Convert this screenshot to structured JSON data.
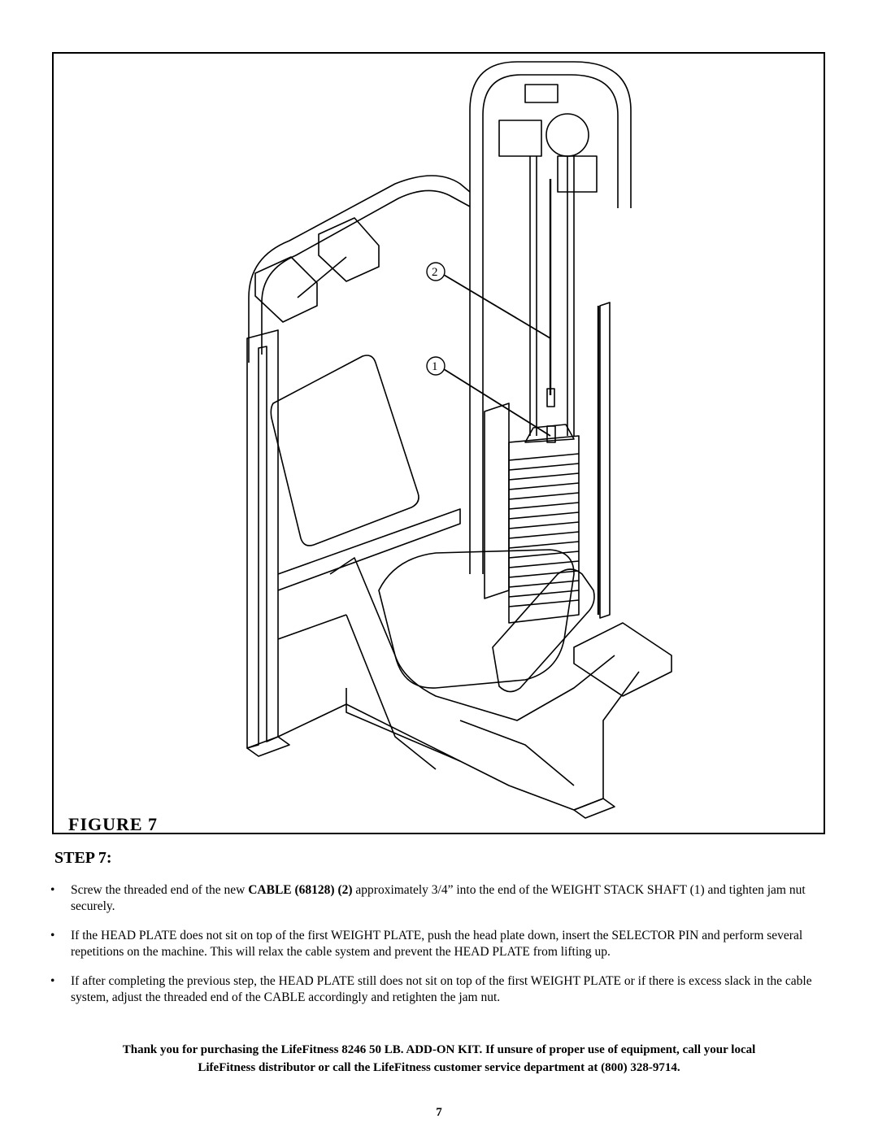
{
  "figure": {
    "caption": "FIGURE  7",
    "callouts": [
      "2",
      "1"
    ]
  },
  "step": {
    "heading": "STEP 7:"
  },
  "bullets": [
    {
      "marker": "•",
      "pre": "Screw the threaded end of the new ",
      "bold1": "CABLE (68128)",
      "mid": " ",
      "bold2": "(2)",
      "post": " approximately 3/4” into the end of the WEIGHT STACK SHAFT (1) and tighten jam nut securely."
    },
    {
      "marker": "•",
      "text": "If the HEAD PLATE does not sit on top of the first WEIGHT PLATE, push the head plate down, insert the SELECTOR PIN and perform several repetitions on the machine. This will relax the cable system and prevent the HEAD PLATE from lifting up."
    },
    {
      "marker": "•",
      "text": "If after completing the previous step,  the HEAD PLATE still does not sit on top of the first WEIGHT PLATE or if there is excess slack in the cable system, adjust the threaded end of the CABLE accordingly and retighten the jam nut."
    }
  ],
  "closing": {
    "line1": "Thank you for purchasing the LifeFitness 8246 50 LB. ADD-ON KIT.  If unsure of proper use of equipment, call your local",
    "line2": "LifeFitness  distributor or call the LifeFitness customer service department at (800) 328-9714."
  },
  "page_number": "7"
}
